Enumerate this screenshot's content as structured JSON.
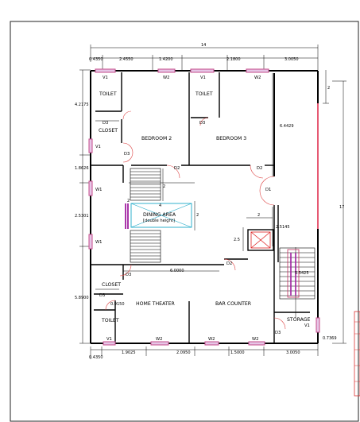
{
  "rooms": {
    "toilet_top_left": "TOILET",
    "closet_top": "CLOSET",
    "bedroom2": "BEDROOM 2",
    "toilet_top_mid": "TOILET",
    "bedroom3": "BEDROOM 3",
    "dining_line1": "DINING AREA",
    "dining_line2": "[double height]",
    "closet_bottom": "CLOSET",
    "home_theater": "HOME THEATER",
    "bar_counter": "BAR COUNTER",
    "toilet_bottom": "TOILET",
    "storage": "STORAGE"
  },
  "openings": {
    "v1_a": "V1",
    "w2_a": "W2",
    "v1_b": "V1",
    "w2_b": "W2",
    "v1_c": "V1",
    "w1_a": "W1",
    "w1_b": "W1",
    "v1_d": "V1",
    "w2_c": "W2",
    "w2_d": "W2",
    "w2_e": "W2",
    "v1_e": "V1",
    "d3_a": "D3",
    "d3_b": "D3",
    "d3_c": "D3",
    "d3_d": "D3",
    "d3_e": "D3",
    "d3_f": "D3",
    "d2_a": "D2",
    "d2_b": "D2",
    "d2_c": "D2",
    "d1": "D1"
  },
  "dimensions": {
    "overall_width": "14",
    "top_left_edge": "0.4350",
    "top_1": "2.4550",
    "top_2": "1.4200",
    "top_3": "2.1800",
    "top_4": "3.0050",
    "right_top": "2",
    "left_1": "4.2175",
    "left_2": "1.8626",
    "left_3": "2.5301",
    "left_4": "5.8900",
    "right_1": "6.4429",
    "overall_height": "17",
    "stair_4": "4",
    "stair_2a": "2",
    "stair_2b": "2",
    "dining_2": "2",
    "lift_2": "2",
    "lift_25": "2.5",
    "lift_25145": "2.5145",
    "mid_6": "6.0000",
    "right_5425": "5.5425",
    "closet_9150": "0.9150",
    "bottom_left_edge": "0.4350",
    "bottom_1": "1.9025",
    "bottom_2": "2.0950",
    "bottom_3": "1.5000",
    "bottom_4": "3.0050",
    "right_7369": "0.7369"
  }
}
